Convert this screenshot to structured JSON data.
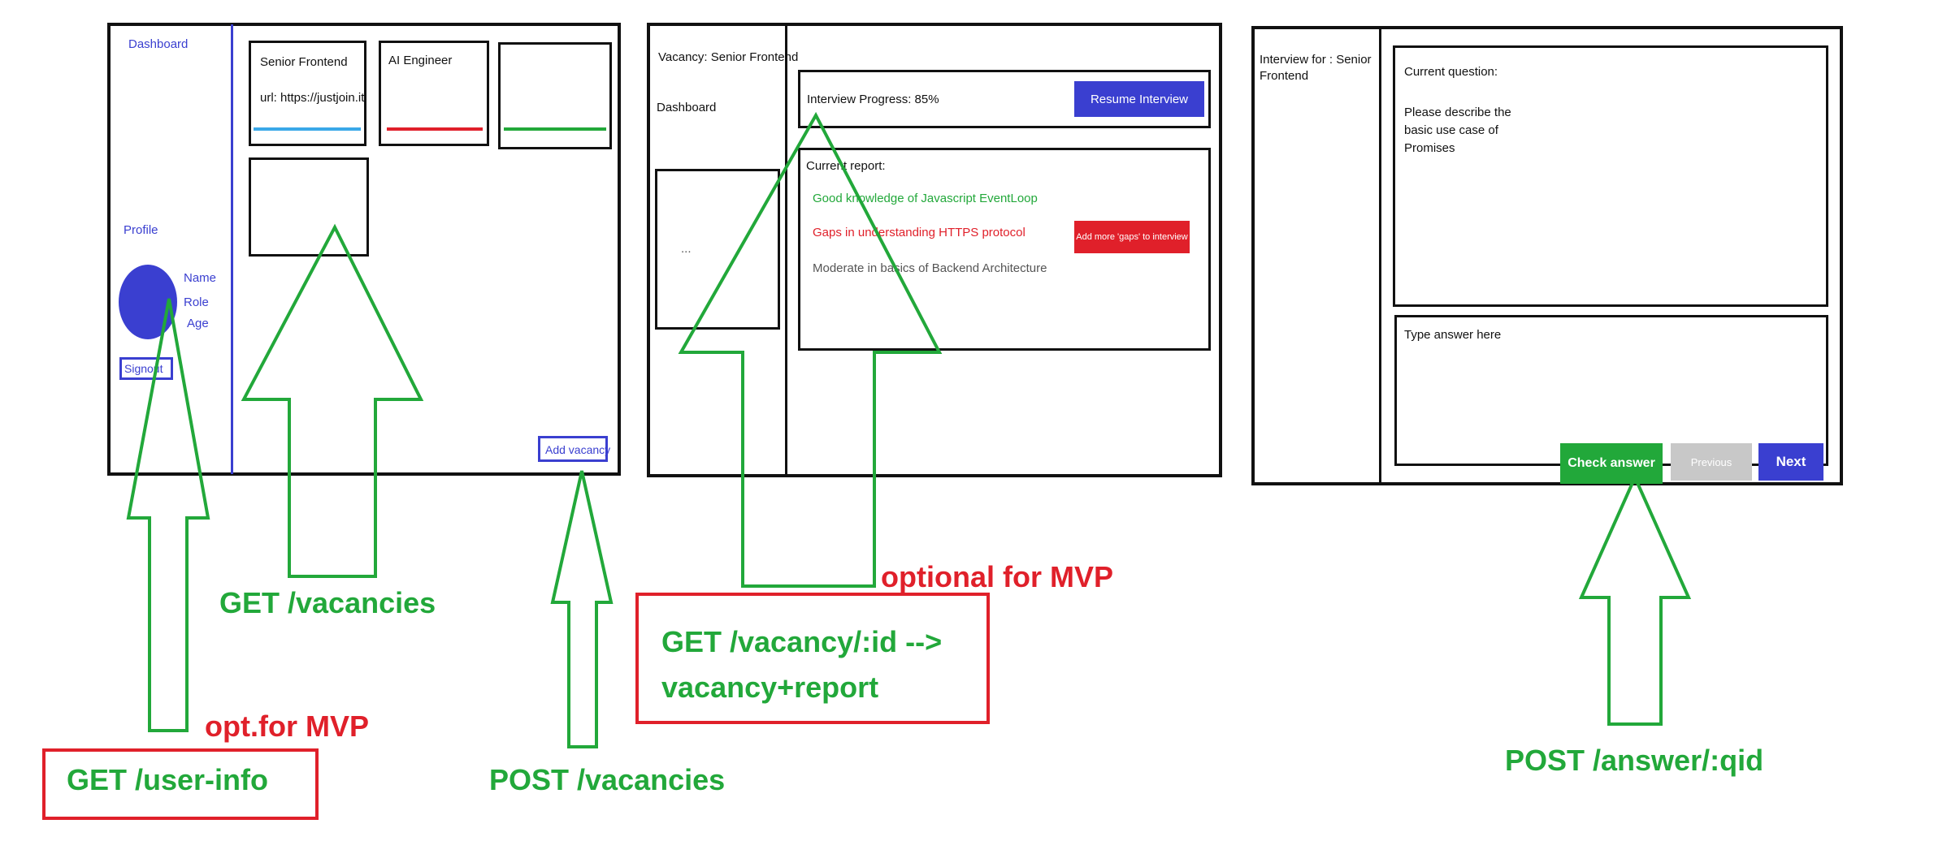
{
  "colors": {
    "green": "#22a83a",
    "red": "#e0202a",
    "blue": "#3a3fd0",
    "gray": "#c8c8c8"
  },
  "dashboard": {
    "nav_dashboard": "Dashboard",
    "profile_label": "Profile",
    "user_fields": [
      "Name",
      "Role",
      "Age"
    ],
    "signout": "Signout",
    "cards": [
      {
        "title": "Senior Frontend",
        "url": "url: https://justjoin.it"
      },
      {
        "title": "AI Engineer",
        "url": ""
      },
      {
        "title": "",
        "url": ""
      },
      {
        "title": "",
        "url": ""
      }
    ],
    "add_vacancy": "Add vacancy"
  },
  "vacancy": {
    "title": "Vacancy: Senior Frontend",
    "nav_dashboard": "Dashboard",
    "side_placeholder": "...",
    "progress": "Interview Progress: 85%",
    "resume_button": "Resume Interview",
    "report_title": "Current report:",
    "report_items": [
      "Good knowledge of Javascript EventLoop",
      "Gaps in understanding HTTPS protocol",
      "Moderate in basics of Backend Architecture"
    ],
    "add_gaps_button": "Add more 'gaps' to interview"
  },
  "interview": {
    "title": "Interview for : Senior Frontend",
    "question_label": "Current question:",
    "question_text": "Please describe the basic use case of Promises",
    "answer_placeholder": "Type answer here",
    "check_button": "Check answer",
    "previous_button": "Previous",
    "next_button": "Next"
  },
  "annotations": {
    "get_vacancies": "GET /vacancies",
    "post_vacancies": "POST /vacancies",
    "get_user_info": "GET /user-info",
    "opt_mvp": "opt.for MVP",
    "get_vacancy_line1": "GET /vacancy/:id -->",
    "get_vacancy_line2": "vacancy+report",
    "optional_mvp": "optional for MVP",
    "post_answer": "POST /answer/:qid"
  }
}
